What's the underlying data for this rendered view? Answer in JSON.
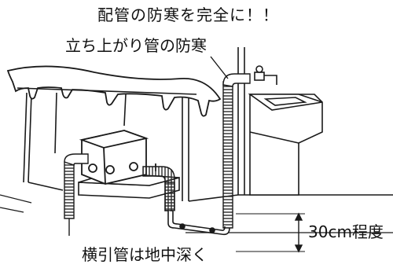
{
  "labels": {
    "title": "配管の防寒を完全に！！",
    "riser": "立ち上がり管の防寒",
    "depth": "30cm程度",
    "horizontal": "横引管は地中深く"
  },
  "colors": {
    "line": "#1a1a1a",
    "fill": "#ffffff",
    "pipe_stripe": "#2a2a2a"
  }
}
